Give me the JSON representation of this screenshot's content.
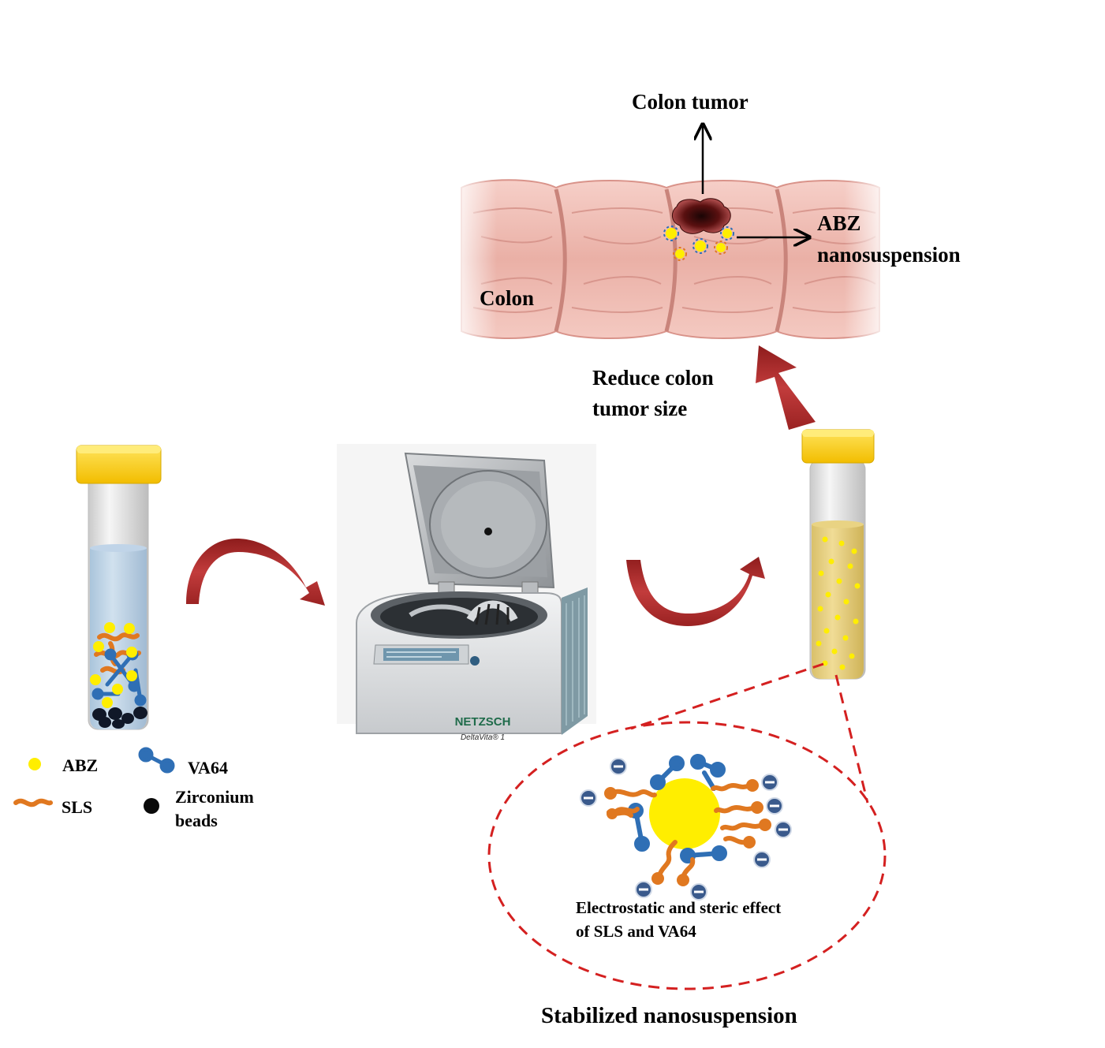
{
  "labels": {
    "colon_tumor": "Colon tumor",
    "abz_line1": "ABZ",
    "abz_line2": "nanosuspension",
    "colon": "Colon",
    "reduce_line1": "Reduce colon",
    "reduce_line2": "tumor size",
    "stabilized": "Stabilized  nanosuspension",
    "effect_line1": "Electrostatic and steric effect",
    "effect_line2": "of SLS and VA64"
  },
  "legend": {
    "abz": "ABZ",
    "va64": "VA64",
    "sls": "SLS",
    "zirconium_line1": "Zirconium",
    "zirconium_line2": "beads"
  },
  "device": {
    "brand": "NETZSCH",
    "model": "DeltaVita® 1"
  },
  "colors": {
    "abz_particle": "#ffee00",
    "va64_polymer": "#2f6fb5",
    "sls_surfactant": "#e07820",
    "zirconium_bead": "#101828",
    "arrow_red": "#b02a2a",
    "dashed_outline": "#d42020",
    "tube_cap": "#f5c800",
    "colon_tissue": "#e9a9a0",
    "tumor": "#5a1010",
    "negative_charge": "#3a5a8c"
  }
}
